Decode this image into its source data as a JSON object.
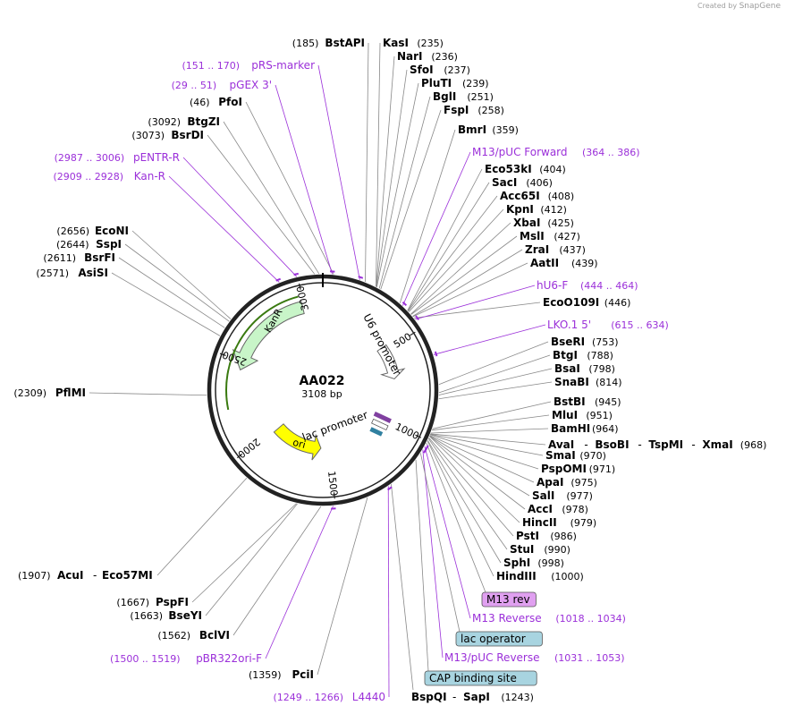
{
  "credit": {
    "prefix": "Created by",
    "brand": "SnapGene"
  },
  "plasmid": {
    "name": "AA022",
    "length_label": "3108 bp",
    "length": 3108
  },
  "colors": {
    "enzyme": "#000000",
    "primer": "#9b30d9",
    "backbone": "#222222",
    "kanR": "#c8f5c8",
    "ori": "#ffff00",
    "u6": "#ffffff",
    "highlight": "#a8d4e0",
    "m13rev_box": "#e0a0f0"
  },
  "ticks": [
    "3000",
    "500",
    "1000",
    "1500",
    "2000",
    "2500"
  ],
  "features": [
    {
      "name": "KanR",
      "color": "kanR"
    },
    {
      "name": "ori",
      "color": "ori"
    },
    {
      "name": "U6 promoter",
      "color": "u6"
    },
    {
      "name": "lac promoter",
      "color": "u6"
    }
  ],
  "enzymes_right": [
    {
      "name": "KasI",
      "pos": "(235)"
    },
    {
      "name": "NarI",
      "pos": "(236)"
    },
    {
      "name": "SfoI",
      "pos": "(237)"
    },
    {
      "name": "PluTI",
      "pos": "(239)"
    },
    {
      "name": "BglI",
      "pos": "(251)"
    },
    {
      "name": "FspI",
      "pos": "(258)"
    },
    {
      "name": "BmrI",
      "pos": "(359)"
    },
    {
      "name": "Eco53kI",
      "pos": "(404)"
    },
    {
      "name": "SacI",
      "pos": "(406)"
    },
    {
      "name": "Acc65I",
      "pos": "(408)"
    },
    {
      "name": "KpnI",
      "pos": "(412)"
    },
    {
      "name": "XbaI",
      "pos": "(425)"
    },
    {
      "name": "MslI",
      "pos": "(427)"
    },
    {
      "name": "ZraI",
      "pos": "(437)"
    },
    {
      "name": "AatII",
      "pos": "(439)"
    },
    {
      "name": "EcoO109I",
      "pos": "(446)"
    },
    {
      "name": "BseRI",
      "pos": "(753)"
    },
    {
      "name": "BtgI",
      "pos": "(788)"
    },
    {
      "name": "BsaI",
      "pos": "(798)"
    },
    {
      "name": "SnaBI",
      "pos": "(814)"
    },
    {
      "name": "BstBI",
      "pos": "(945)"
    },
    {
      "name": "MluI",
      "pos": "(951)"
    },
    {
      "name": "BamHI",
      "pos": "(964)"
    },
    {
      "name": "SmaI",
      "pos": "(970)"
    },
    {
      "name": "PspOMI",
      "pos": "(971)"
    },
    {
      "name": "ApaI",
      "pos": "(975)"
    },
    {
      "name": "SalI",
      "pos": "(977)"
    },
    {
      "name": "AccI",
      "pos": "(978)"
    },
    {
      "name": "HincII",
      "pos": "(979)"
    },
    {
      "name": "PstI",
      "pos": "(986)"
    },
    {
      "name": "StuI",
      "pos": "(990)"
    },
    {
      "name": "SphI",
      "pos": "(998)"
    },
    {
      "name": "HindIII",
      "pos": "(1000)"
    }
  ],
  "enzyme_ava": {
    "names": [
      "AvaI",
      "BsoBI",
      "TspMI",
      "XmaI"
    ],
    "pos": "(968)"
  },
  "enzyme_bspqi": {
    "names": [
      "BspQI",
      "SapI"
    ],
    "pos": "(1243)"
  },
  "enzymes_left": [
    {
      "name": "BstAPI",
      "pos": "(185)"
    },
    {
      "name": "PfoI",
      "pos": "(46)"
    },
    {
      "name": "BtgZI",
      "pos": "(3092)"
    },
    {
      "name": "BsrDI",
      "pos": "(3073)"
    },
    {
      "name": "EcoNI",
      "pos": "(2656)"
    },
    {
      "name": "SspI",
      "pos": "(2644)"
    },
    {
      "name": "BsrFI",
      "pos": "(2611)"
    },
    {
      "name": "AsiSI",
      "pos": "(2571)"
    },
    {
      "name": "PflMI",
      "pos": "(2309)"
    },
    {
      "name": "PspFI",
      "pos": "(1667)"
    },
    {
      "name": "BseYI",
      "pos": "(1663)"
    },
    {
      "name": "BclVI",
      "pos": "(1562)"
    },
    {
      "name": "PciI",
      "pos": "(1359)"
    }
  ],
  "enzyme_acui": {
    "names": [
      "AcuI",
      "Eco57MI"
    ],
    "pos": "(1907)"
  },
  "primers": [
    {
      "name": "pRS-marker",
      "range": "(151 .. 170)"
    },
    {
      "name": "pGEX 3'",
      "range": "(29 .. 51)"
    },
    {
      "name": "pENTR-R",
      "range": "(2987 .. 3006)"
    },
    {
      "name": "Kan-R",
      "range": "(2909 .. 2928)"
    },
    {
      "name": "M13/pUC Forward",
      "range": "(364 .. 386)"
    },
    {
      "name": "hU6-F",
      "range": "(444 .. 464)"
    },
    {
      "name": "LKO.1 5'",
      "range": "(615 .. 634)"
    },
    {
      "name": "M13 Reverse",
      "range": "(1018 .. 1034)"
    },
    {
      "name": "M13/pUC Reverse",
      "range": "(1031 .. 1053)"
    },
    {
      "name": "pBR322ori-F",
      "range": "(1500 .. 1519)"
    },
    {
      "name": "L4440",
      "range": "(1249 .. 1266)"
    }
  ],
  "boxed_features": [
    {
      "name": "M13 rev",
      "color": "m13rev_box"
    },
    {
      "name": "lac operator",
      "color": "highlight"
    },
    {
      "name": "CAP binding site",
      "color": "highlight"
    }
  ]
}
